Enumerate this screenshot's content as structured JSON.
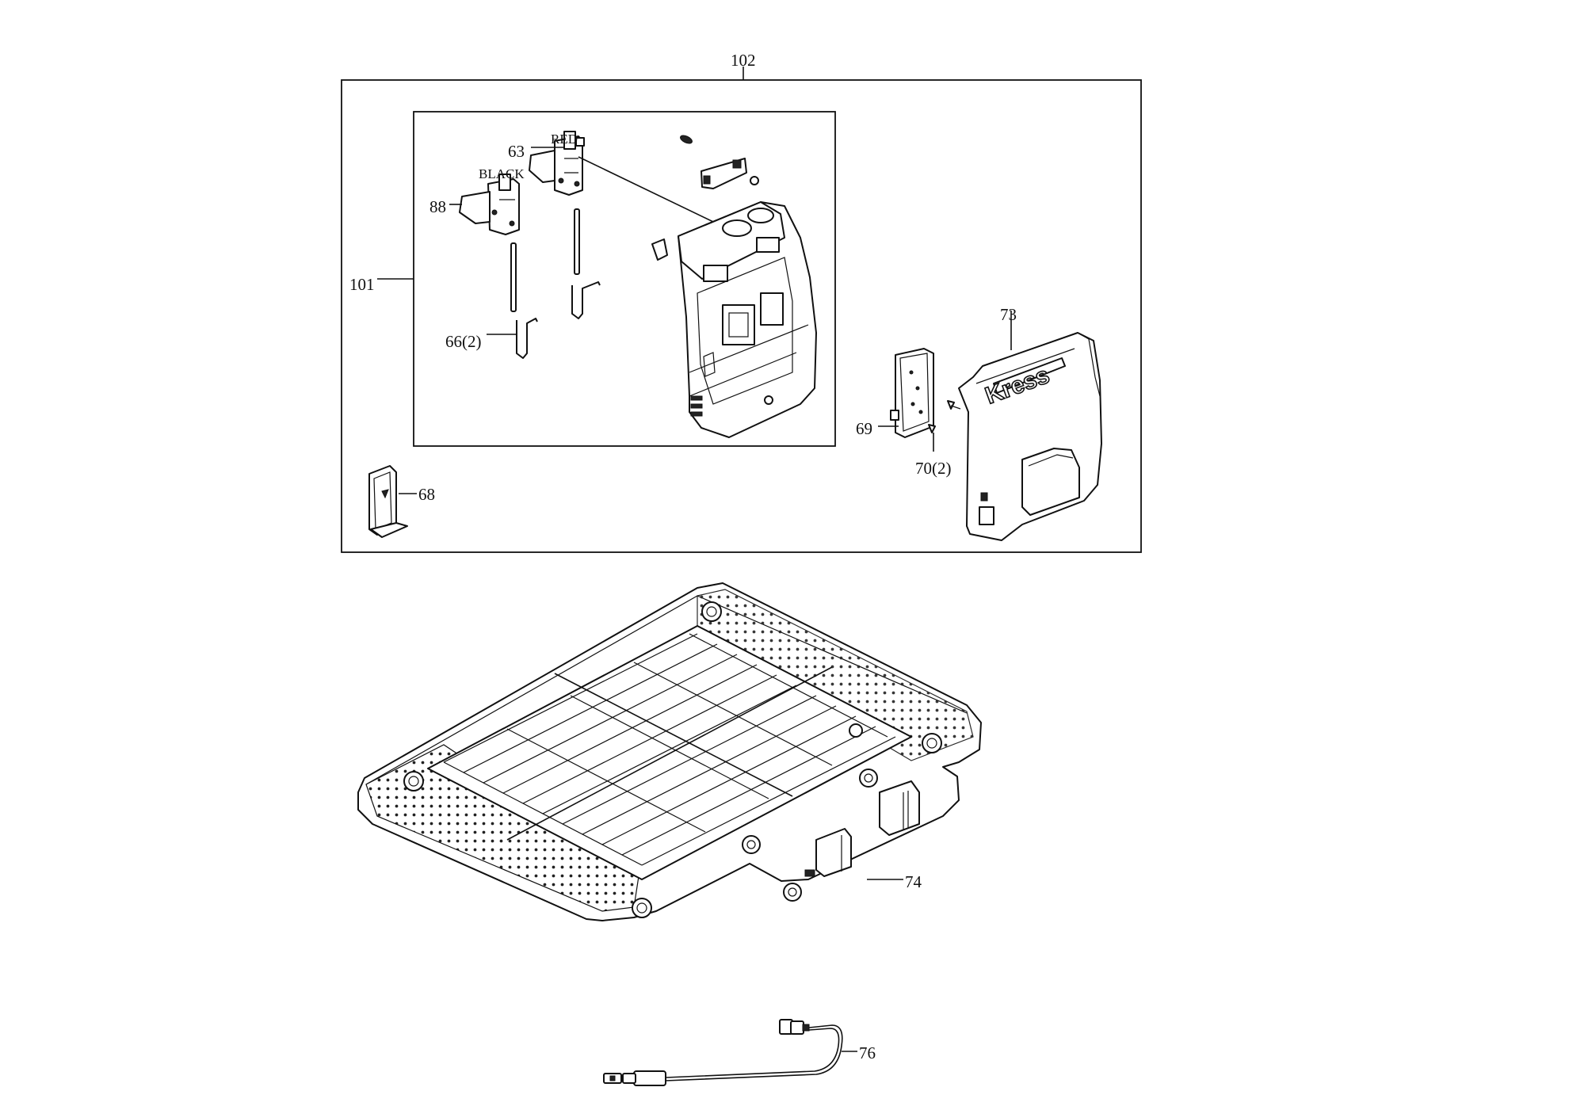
{
  "labels": {
    "l102": "102",
    "l101": "101",
    "l63": "63",
    "red": "RED",
    "black": "BLACK",
    "l88": "88",
    "l66": "66(2)",
    "l68": "68",
    "l73": "73",
    "l69": "69",
    "l70": "70(2)",
    "l74": "74",
    "l76": "76"
  },
  "brand_text": "Kress"
}
